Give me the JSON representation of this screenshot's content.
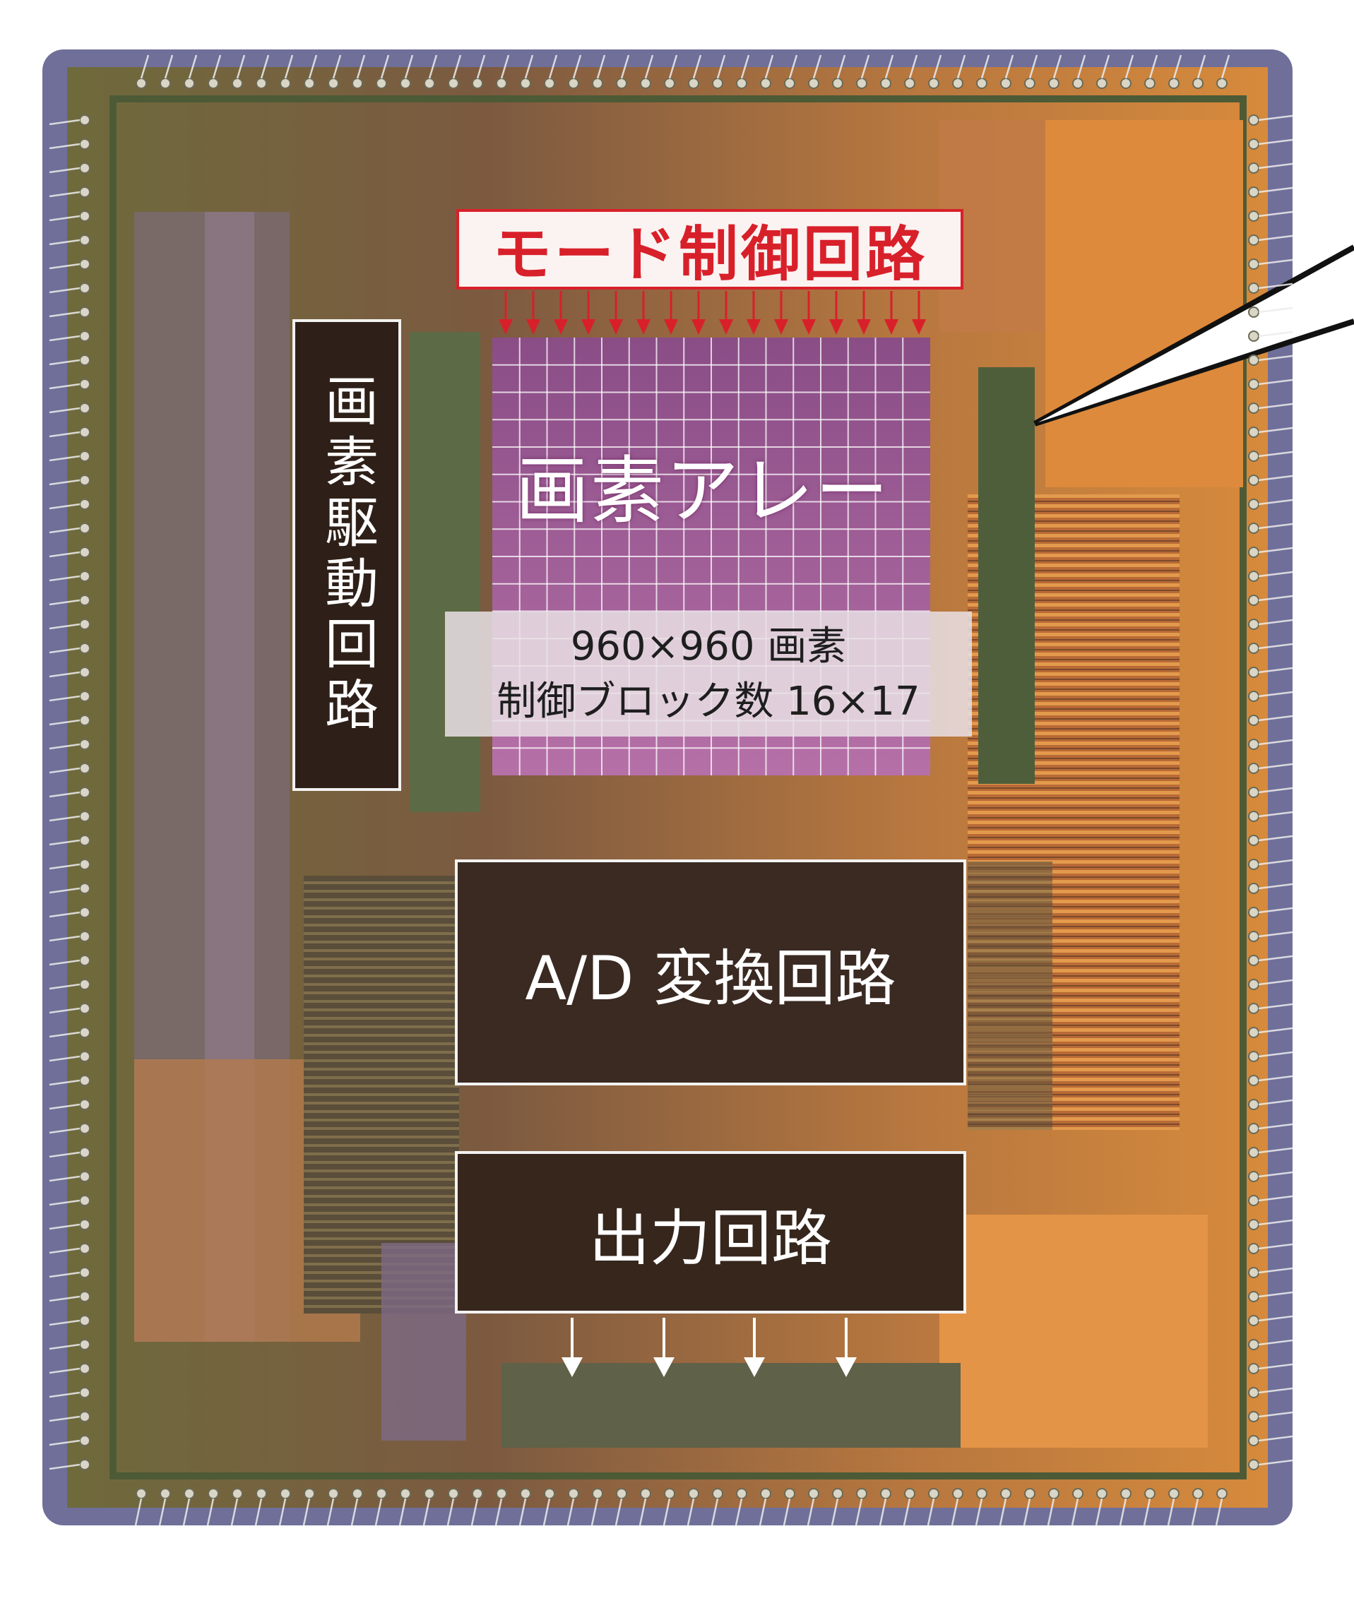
{
  "figure": {
    "mode_control_label": "モード制御回路",
    "pixel_drive_label": "画素駆動回路",
    "pixel_array_label": "画素アレー",
    "array_spec_line1": "960×960 画素",
    "array_spec_line2": "制御ブロック数 16×17",
    "ad_converter_label": "A/D 変換回路",
    "output_circuit_label": "出力回路"
  },
  "colors": {
    "mode_label_red": "#d8202a",
    "label_box_dark": "#2e2018",
    "pixel_array_purple": "#8e4f8c",
    "die_copper": "#c98a4e",
    "die_olive": "#6f6a3a"
  }
}
